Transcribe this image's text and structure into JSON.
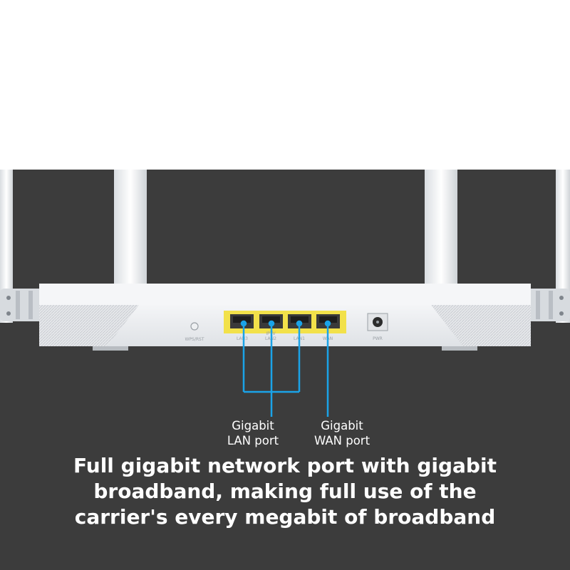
{
  "image": {
    "background_colors": {
      "top": "#ffffff",
      "panel": "#3c3c3c",
      "router": "#e9ecef",
      "port_strip": "#f2e14a",
      "callout_line": "#1aa3e8"
    }
  },
  "router": {
    "button_label": "WPS/RST",
    "port_labels": [
      "LAN3",
      "LAN2",
      "LAN1",
      "WAN"
    ],
    "iptv_label": "IPTV",
    "power_label": "PWR"
  },
  "callouts": {
    "lan": {
      "line1": "Gigabit",
      "line2": "LAN port"
    },
    "wan": {
      "line1": "Gigabit",
      "line2": "WAN port"
    }
  },
  "headline": {
    "line1": "Full gigabit network port with gigabit",
    "line2": "broadband, making full use of  the",
    "line3": "carrier's every megabit of broadband"
  }
}
